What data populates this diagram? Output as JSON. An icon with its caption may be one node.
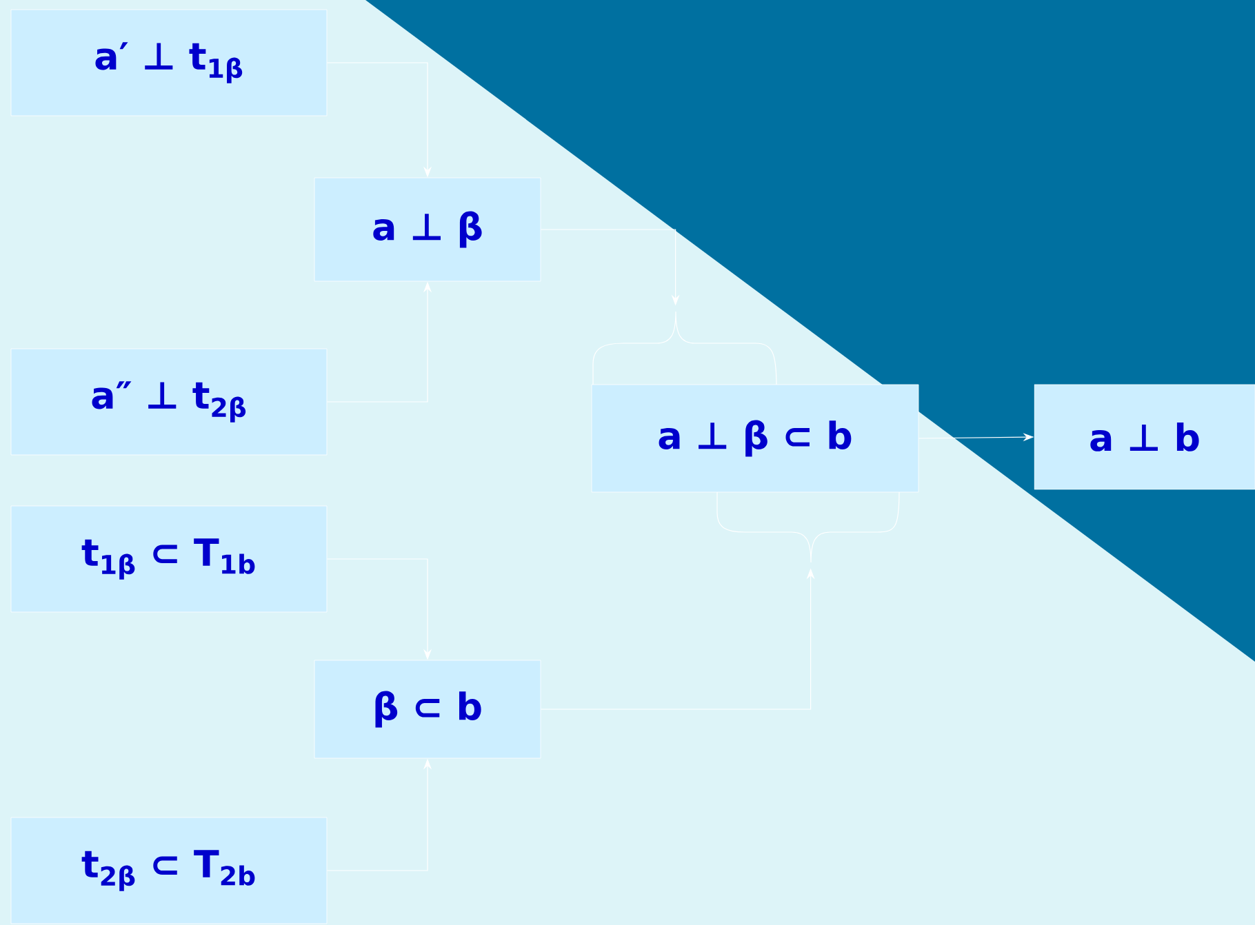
{
  "diagram": {
    "nodes": [
      {
        "text": [
          "a′ ⊥ t$_{1β}$"
        ]
      },
      {
        "text": [
          "a ⊥ β"
        ]
      },
      {
        "text": [
          "a″ ⊥ t$_{2β}$"
        ]
      },
      {
        "text": [
          "a ⊥ β ⊂ b"
        ]
      },
      {
        "text": [
          "a  ⊥ b"
        ]
      },
      {
        "text": [
          "t$_{1β}$ ⊂ T$_{1b}$"
        ]
      },
      {
        "text": [
          "β ⊂ b"
        ]
      },
      {
        "text": [
          "t$_{2β}$ ⊂ T$_{2b}$"
        ]
      }
    ],
    "edges": [
      {
        "from": 0,
        "to": 1,
        "arrow": "to"
      },
      {
        "from": 2,
        "to": 1,
        "arrow": "to"
      },
      {
        "from": 1,
        "to": 3,
        "arrow": "to"
      },
      {
        "from": 5,
        "to": 6,
        "arrow": "to"
      },
      {
        "from": 7,
        "to": 6,
        "arrow": "to"
      },
      {
        "from": 6,
        "to": 3,
        "arrow": "to"
      },
      {
        "from": 3,
        "to": 4,
        "arrow": "to"
      }
    ]
  }
}
